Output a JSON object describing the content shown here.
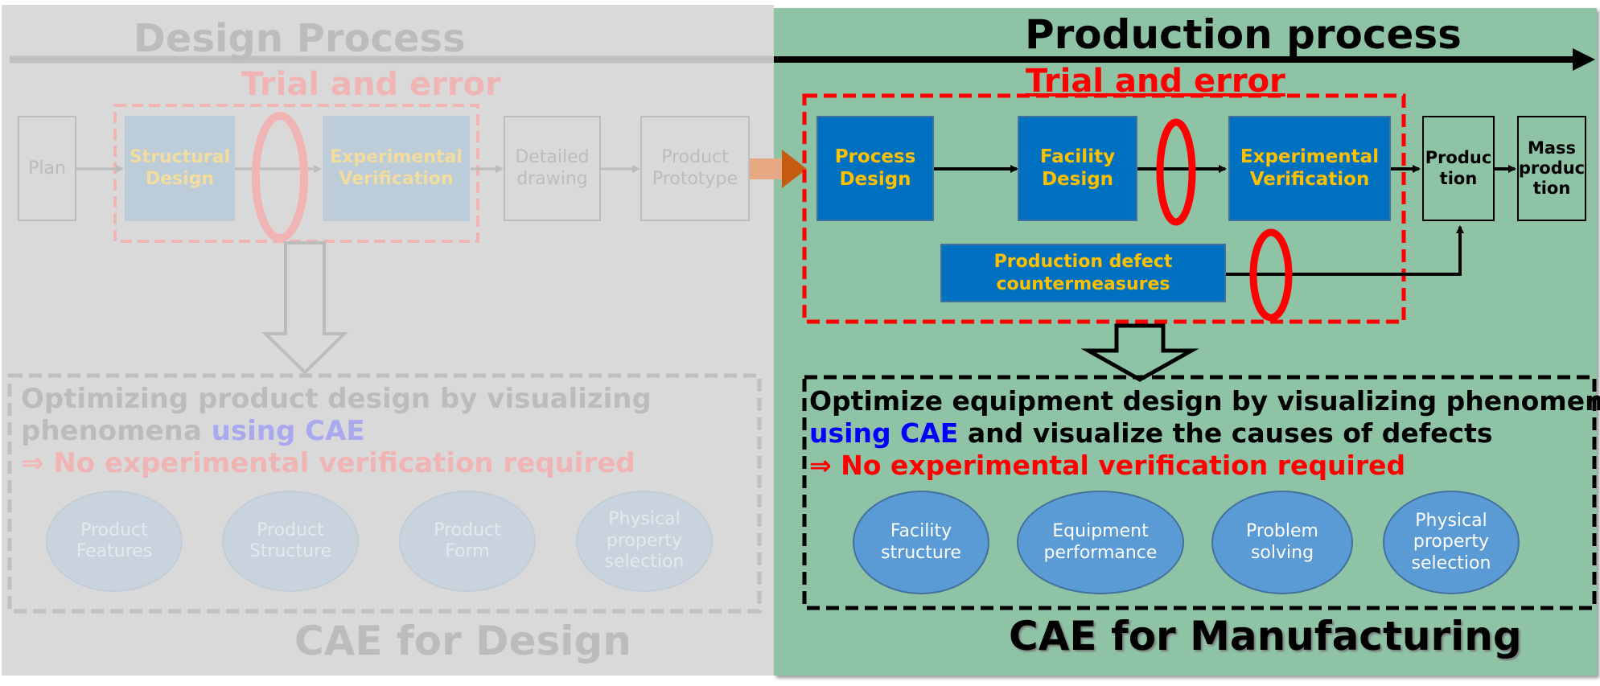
{
  "design": {
    "title": "Design Process",
    "trial_label": "Trial and error",
    "steps": {
      "plan": "Plan",
      "structural": "Structural\nDesign",
      "experimental": "Experimental\nVerification",
      "detailed": "Detailed\ndrawing",
      "prototype": "Product\nPrototype"
    },
    "cae_line1": "Optimizing product design by visualizing",
    "cae_line2_prefix": "phenomena ",
    "cae_line2_highlight": "using CAE",
    "cae_line3": "⇒ No experimental verification required",
    "ellipses": [
      "Product\nFeatures",
      "Product\nStructure",
      "Product\nForm",
      "Physical\nproperty\nselection"
    ],
    "footer": "CAE for Design"
  },
  "production": {
    "title": "Production process",
    "trial_label": "Trial and error",
    "steps": {
      "process": "Process\nDesign",
      "facility": "Facility\nDesign",
      "experimental": "Experimental\nVerification",
      "production": "Produc\ntion",
      "mass": "Mass\nproduc\ntion",
      "defect": "Production defect\ncountermeasures"
    },
    "cae_line1": "Optimize equipment design by visualizing phenomena",
    "cae_line2_highlight": "using CAE",
    "cae_line2_rest": " and visualize the causes of defects",
    "cae_line3": "⇒ No experimental verification required",
    "ellipses": [
      "Facility\nstructure",
      "Equipment\nperformance",
      "Problem\nsolving",
      "Physical\nproperty\nselection"
    ],
    "footer": "CAE for Manufacturing"
  },
  "colors": {
    "design_bg": "#d9d9d9",
    "production_bg": "#8fc3a6",
    "blue_box": "#0070c0",
    "gold_text": "#ffc000",
    "ellipse": "#5b9bd5",
    "red": "#ff0000",
    "blue_text": "#0000ff"
  }
}
